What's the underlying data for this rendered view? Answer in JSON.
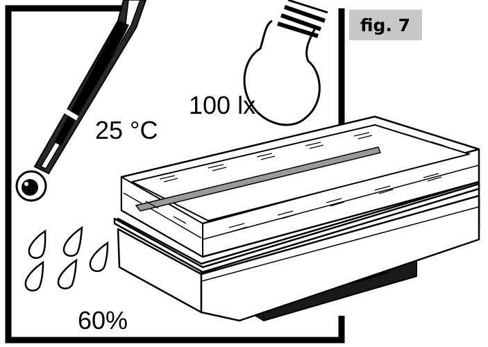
{
  "figure_label": "fig. 7",
  "conditions": {
    "temperature": "25 °C",
    "illuminance": "100 lx",
    "humidity": "60%"
  },
  "colors": {
    "badge_background": "#c7c7c7",
    "ink": "#000000",
    "freezer_body": "#ffffff",
    "glass_strip": "#9a9a9a",
    "base_dark": "#1a1a1a"
  },
  "icons": [
    "thermometer-icon",
    "light-bulb-icon",
    "humidity-drops-icon",
    "chest-freezer-illustration"
  ]
}
